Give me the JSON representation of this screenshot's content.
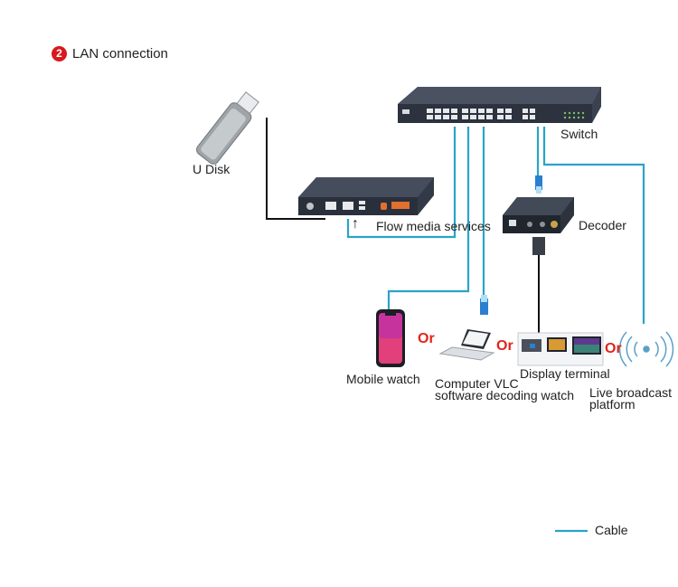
{
  "header": {
    "step_number": "2",
    "title": "LAN connection"
  },
  "nodes": {
    "switch": "Switch",
    "u_disk": "U Disk",
    "flow_media": "Flow media services",
    "decoder": "Decoder",
    "mobile": "Mobile watch",
    "computer_line1": "Computer VLC",
    "computer_line2": "software decoding watch",
    "display": "Display terminal",
    "live_line1": "Live broadcast",
    "live_line2": "platform"
  },
  "or_label": "Or",
  "legend": {
    "cable": "Cable"
  },
  "colors": {
    "cable": "#2aa3c9",
    "device": "#2e3442",
    "badge": "#d8191c",
    "or": "#e0241c"
  }
}
